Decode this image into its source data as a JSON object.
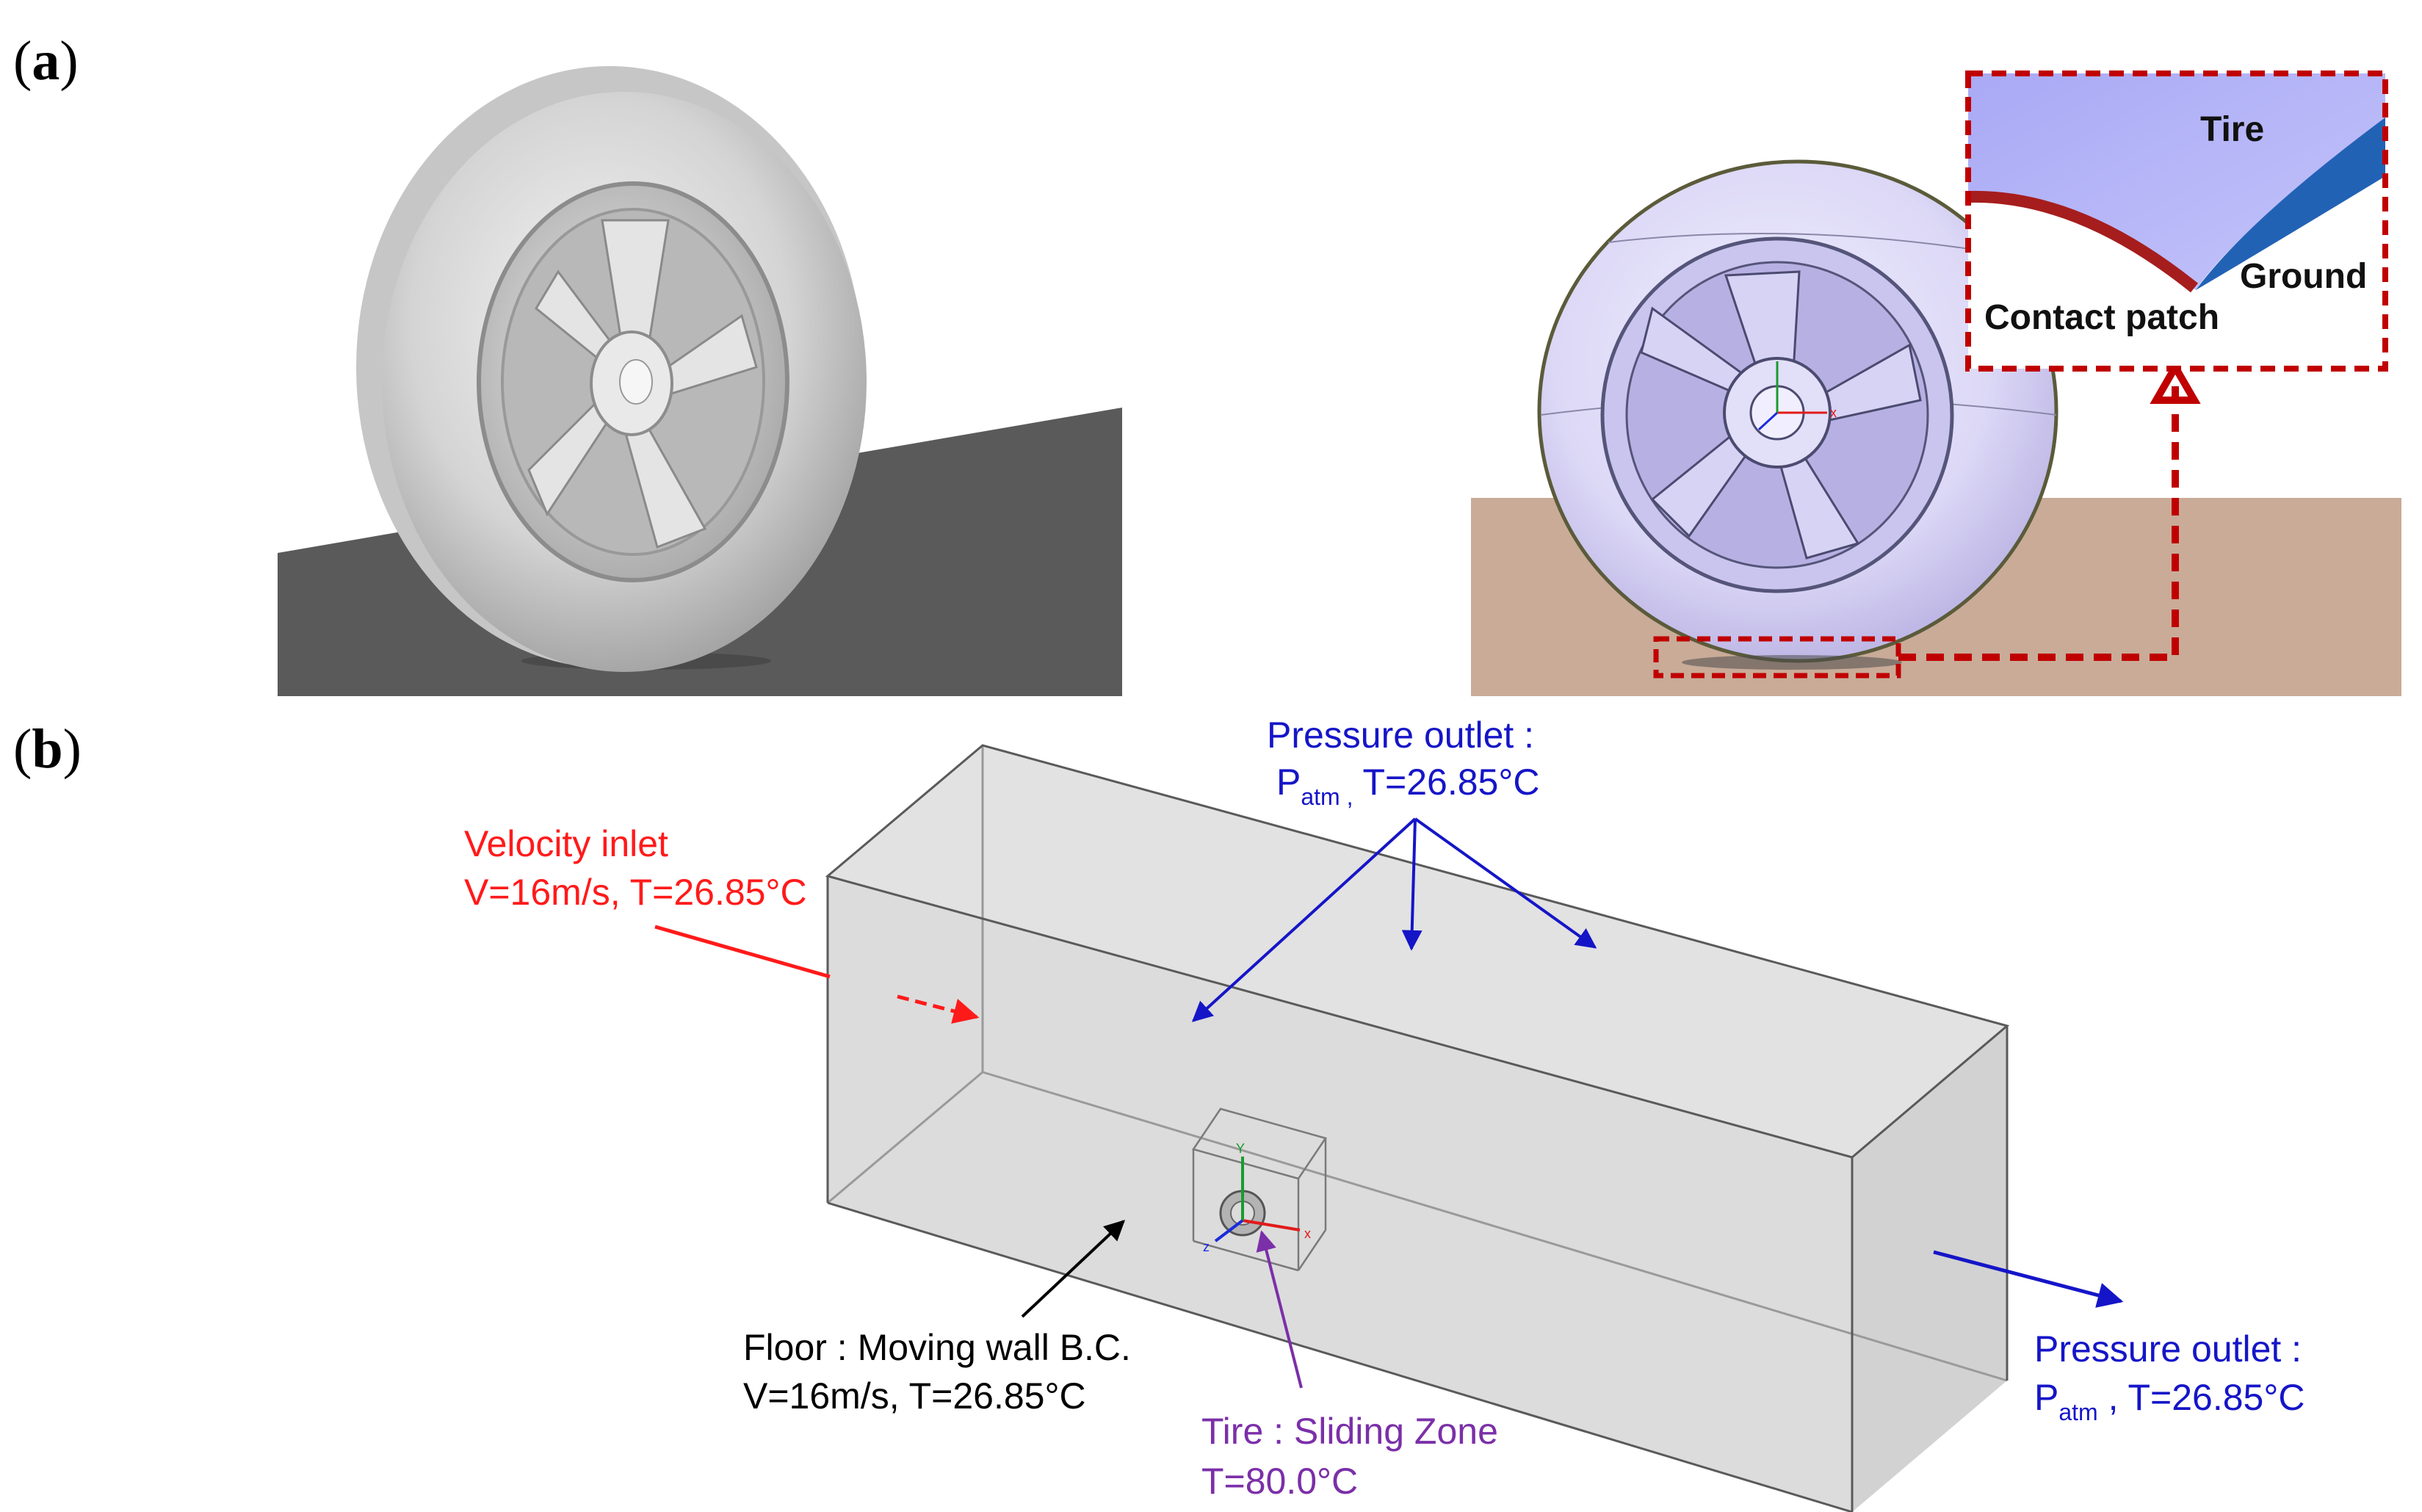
{
  "panels": {
    "a": {
      "open": "(",
      "letter": "a",
      "close": ")"
    },
    "b": {
      "open": "(",
      "letter": "b",
      "close": ")"
    }
  },
  "inset": {
    "tire": "Tire",
    "ground": "Ground",
    "contact_patch": "Contact patch"
  },
  "labels": {
    "velocity_inlet_1": "Velocity inlet",
    "velocity_inlet_2": "V=16m/s, T=26.85°C",
    "top_outlet_1": "Pressure outlet :",
    "top_outlet_2_p": "P",
    "top_outlet_2_sub": "atm ,",
    "top_outlet_2_rest": " T=26.85°C",
    "right_outlet_1": "Pressure outlet :",
    "right_outlet_2_p": "P",
    "right_outlet_2_sub": "atm",
    "right_outlet_2_rest": " , T=26.85°C",
    "floor_1": "Floor : Moving wall B.C.",
    "floor_2": "V=16m/s, T=26.85°C",
    "tire_1": "Tire : Sliding Zone",
    "tire_2": "T=80.0°C"
  },
  "axes": {
    "x": "x",
    "y": "Y",
    "z": "z"
  },
  "colors": {
    "inlet": "#ff1a1a",
    "outlet": "#1515c8",
    "floor": "#000000",
    "tire_zone": "#7b2fa8",
    "callout": "#c00000",
    "ground_panel_left": "#5a5a5a",
    "ground_panel_right": "#c9ab98",
    "tire_mesh": "#d8d4f0",
    "domain_face": "#dcdcdc"
  }
}
